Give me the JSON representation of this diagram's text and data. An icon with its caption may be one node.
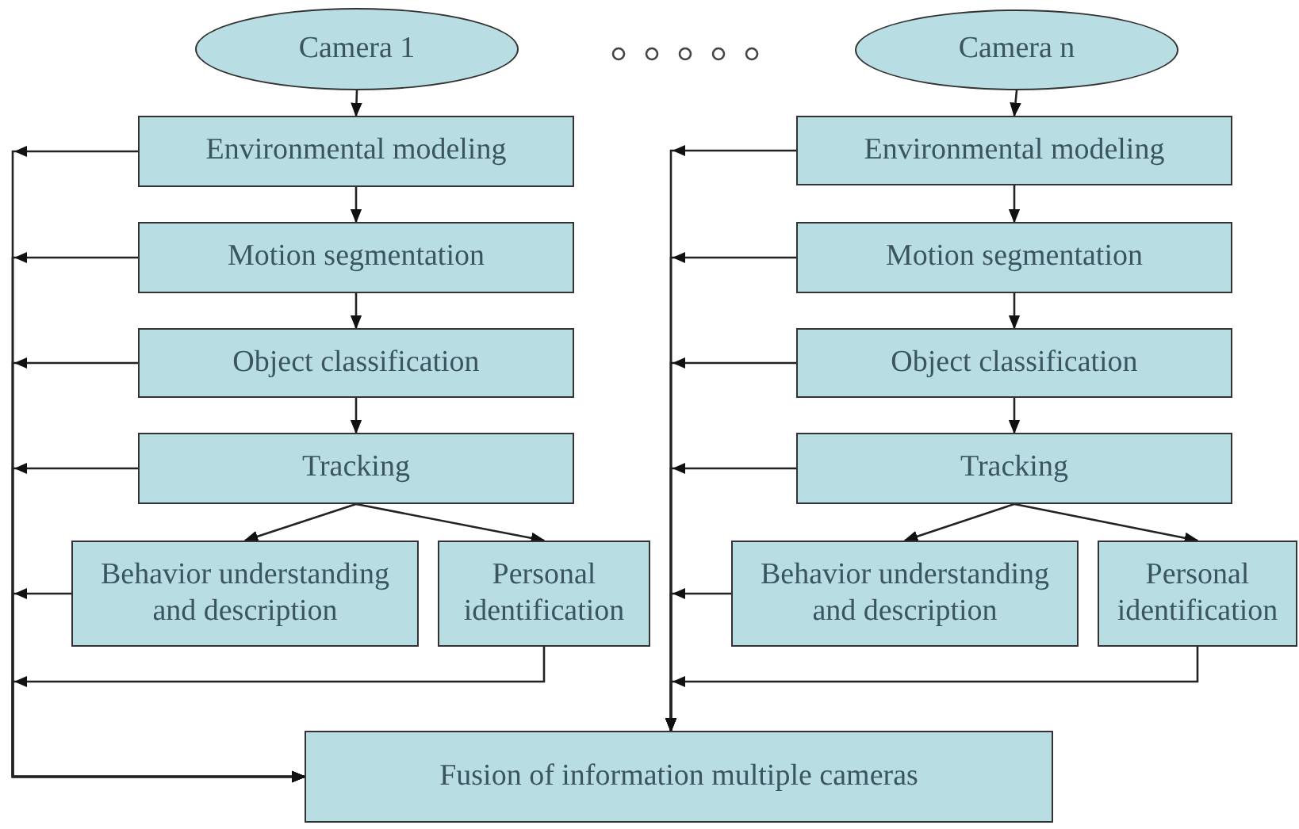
{
  "diagram": {
    "nodes": [
      {
        "text": [
          "Camera 1"
        ]
      },
      {
        "text": [
          "Environmental modeling"
        ]
      },
      {
        "text": [
          "Motion segmentation"
        ]
      },
      {
        "text": [
          "Object classification"
        ]
      },
      {
        "text": [
          "Tracking"
        ]
      },
      {
        "text": [
          "Behavior understanding and description"
        ]
      },
      {
        "text": [
          "Personal identification"
        ]
      },
      {
        "text": [
          "Camera n"
        ]
      },
      {
        "text": [
          "Environmental modeling"
        ]
      },
      {
        "text": [
          "Motion segmentation"
        ]
      },
      {
        "text": [
          "Object classification"
        ]
      },
      {
        "text": [
          "Tracking"
        ]
      },
      {
        "text": [
          "Behavior understanding and description"
        ]
      },
      {
        "text": [
          "Personal identification"
        ]
      },
      {
        "text": [
          "Fusion of information multiple cameras"
        ]
      }
    ],
    "edges": [
      {
        "from": 0,
        "to": 1,
        "arrow": "to"
      },
      {
        "from": 1,
        "to": 2,
        "arrow": "to"
      },
      {
        "from": 2,
        "to": 3,
        "arrow": "to"
      },
      {
        "from": 3,
        "to": 4,
        "arrow": "to"
      },
      {
        "from": 4,
        "to": 5,
        "arrow": "to"
      },
      {
        "from": 4,
        "to": 6,
        "arrow": "to"
      },
      {
        "from": 7,
        "to": 8,
        "arrow": "to"
      },
      {
        "from": 8,
        "to": 9,
        "arrow": "to"
      },
      {
        "from": 9,
        "to": 10,
        "arrow": "to"
      },
      {
        "from": 10,
        "to": 11,
        "arrow": "to"
      },
      {
        "from": 11,
        "to": 12,
        "arrow": "to"
      },
      {
        "from": 11,
        "to": 13,
        "arrow": "to"
      },
      {
        "from": 1,
        "to": 14,
        "arrow": "to"
      },
      {
        "from": 2,
        "to": 14,
        "arrow": "to"
      },
      {
        "from": 3,
        "to": 14,
        "arrow": "to"
      },
      {
        "from": 4,
        "to": 14,
        "arrow": "to"
      },
      {
        "from": 5,
        "to": 14,
        "arrow": "to"
      },
      {
        "from": 6,
        "to": 14,
        "arrow": "to"
      },
      {
        "from": 8,
        "to": 14,
        "arrow": "to"
      },
      {
        "from": 9,
        "to": 14,
        "arrow": "to"
      },
      {
        "from": 10,
        "to": 14,
        "arrow": "to"
      },
      {
        "from": 11,
        "to": 14,
        "arrow": "to"
      },
      {
        "from": 12,
        "to": 14,
        "arrow": "to"
      },
      {
        "from": 13,
        "to": 14,
        "arrow": "to"
      }
    ]
  }
}
